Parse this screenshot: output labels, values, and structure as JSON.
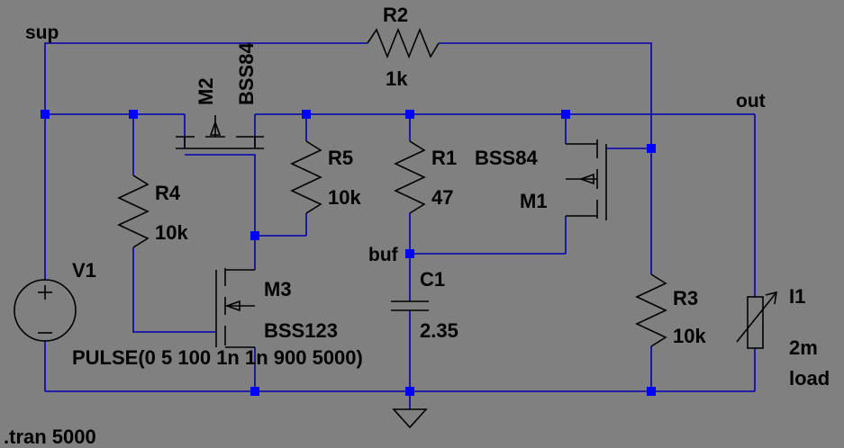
{
  "nets": {
    "sup": "sup",
    "out": "out",
    "buf": "buf"
  },
  "components": {
    "R2": {
      "ref": "R2",
      "value": "1k"
    },
    "M2": {
      "ref": "M2",
      "value": "BSS84"
    },
    "R4": {
      "ref": "R4",
      "value": "10k"
    },
    "R5": {
      "ref": "R5",
      "value": "10k"
    },
    "R1": {
      "ref": "R1",
      "value": "47"
    },
    "M1": {
      "ref": "M1",
      "value": "BSS84"
    },
    "V1": {
      "ref": "V1",
      "value": "PULSE(0 5 100 1n 1n 900 5000)"
    },
    "M3": {
      "ref": "M3",
      "value": "BSS123"
    },
    "C1": {
      "ref": "C1",
      "value": "2.35"
    },
    "R3": {
      "ref": "R3",
      "value": "10k"
    },
    "I1": {
      "ref": "I1",
      "value": "2m",
      "extra": "load"
    }
  },
  "directive": ".tran 5000",
  "colors": {
    "background": "#808080",
    "wire": "#0000b0",
    "node": "#0000ff",
    "part": "#000000"
  }
}
